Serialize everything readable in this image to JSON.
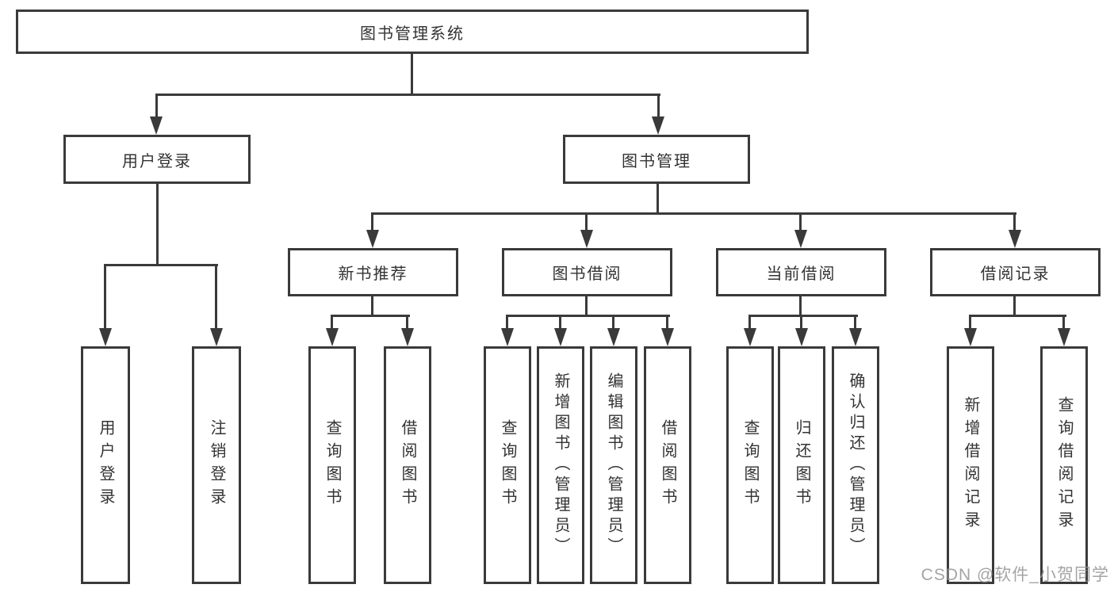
{
  "diagram": {
    "type": "tree",
    "title": "图书管理系统",
    "colors": {
      "line": "#3a3a3a",
      "text": "#333333",
      "background": "#ffffff",
      "watermark": "#949494"
    },
    "nodes": {
      "root": {
        "label": "图书管理系统",
        "children": [
          "user_login",
          "book_mgmt"
        ]
      },
      "user_login": {
        "label": "用户登录",
        "children": [
          "ul_user_login",
          "ul_logout"
        ]
      },
      "book_mgmt": {
        "label": "图书管理",
        "children": [
          "new_book_rec",
          "book_borrow",
          "current_borrow",
          "borrow_record"
        ]
      },
      "new_book_rec": {
        "label": "新书推荐",
        "children": [
          "nb_query_book",
          "nb_borrow_book"
        ]
      },
      "book_borrow": {
        "label": "图书借阅",
        "children": [
          "bb_query_book",
          "bb_add_book",
          "bb_edit_book",
          "bb_borrow_book"
        ]
      },
      "current_borrow": {
        "label": "当前借阅",
        "children": [
          "cb_query_book",
          "cb_return_book",
          "cb_confirm_return"
        ]
      },
      "borrow_record": {
        "label": "借阅记录",
        "children": [
          "br_add_record",
          "br_query_record"
        ]
      },
      "ul_user_login": {
        "label": "用户登录",
        "children": []
      },
      "ul_logout": {
        "label": "注销登录",
        "children": []
      },
      "nb_query_book": {
        "label": "查询图书",
        "children": []
      },
      "nb_borrow_book": {
        "label": "借阅图书",
        "children": []
      },
      "bb_query_book": {
        "label": "查询图书",
        "children": []
      },
      "bb_add_book": {
        "label": "新增图书（管理员）",
        "children": []
      },
      "bb_edit_book": {
        "label": "编辑图书（管理员）",
        "children": []
      },
      "bb_borrow_book": {
        "label": "借阅图书",
        "children": []
      },
      "cb_query_book": {
        "label": "查询图书",
        "children": []
      },
      "cb_return_book": {
        "label": "归还图书",
        "children": []
      },
      "cb_confirm_return": {
        "label": "确认归还（管理员）",
        "children": []
      },
      "br_add_record": {
        "label": "新增借阅记录",
        "children": []
      },
      "br_query_record": {
        "label": "查询借阅记录",
        "children": []
      }
    },
    "watermark": "CSDN @软件_小贺同学"
  }
}
